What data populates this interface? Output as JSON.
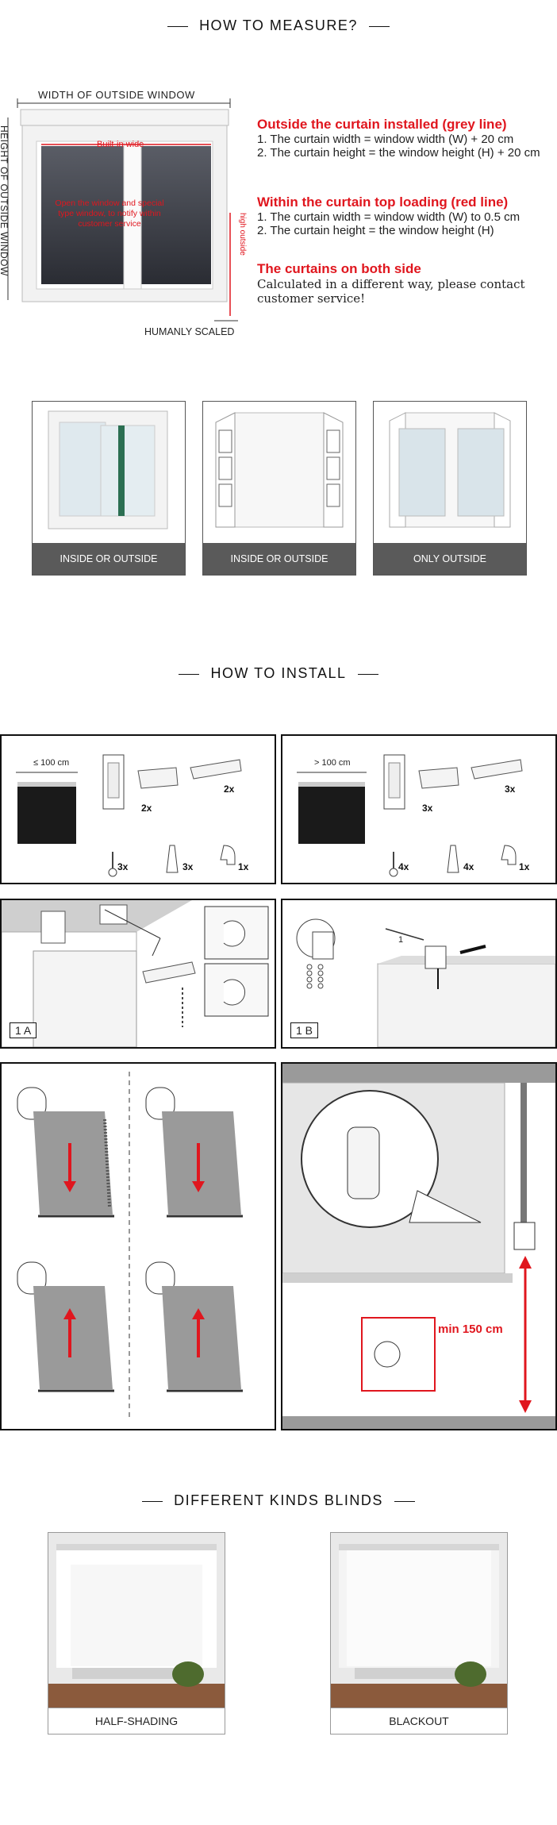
{
  "measure": {
    "title": "HOW TO MEASURE?",
    "width_label": "WIDTH OF OUTSIDE WINDOW",
    "height_label": "HEIGHT OF OUTSIDE WINDOW",
    "built_in_label": "Built-in wide",
    "high_outside_label": "high outside",
    "window_note": "Open the window and special type window, to notify within customer service",
    "scale_label": "HUMANLY SCALED",
    "notes": [
      {
        "heading": "Outside the curtain installed (grey line)",
        "lines": [
          "1. The curtain width = window width (W) + 20 cm",
          "2. The curtain height = the window height (H) + 20 cm"
        ]
      },
      {
        "heading": "Within the curtain top loading (red line)",
        "lines": [
          "1. The curtain width = window width (W) to 0.5 cm",
          "2. The curtain height = the window height (H)"
        ]
      },
      {
        "heading": "The curtains on both side",
        "lines": [
          "Calculated in a different way, please contact",
          "customer service!"
        ]
      }
    ],
    "window_types": [
      {
        "label": "INSIDE OR OUTSIDE"
      },
      {
        "label": "INSIDE OR OUTSIDE"
      },
      {
        "label": "ONLY OUTSIDE"
      }
    ]
  },
  "install": {
    "title": "HOW TO INSTALL",
    "kits": [
      {
        "size": "≤ 100 cm",
        "bracket_count": "2x",
        "clip_count": "2x",
        "screw_count": "3x",
        "anchor_count": "3x",
        "hook_count": "1x"
      },
      {
        "size": "> 100 cm",
        "bracket_count": "3x",
        "clip_count": "3x",
        "screw_count": "4x",
        "anchor_count": "4x",
        "hook_count": "1x"
      }
    ],
    "step_1a": "1 A",
    "step_1b": "1 B",
    "arrow_num": "1",
    "min_height": "min 150 cm"
  },
  "blinds": {
    "title": "DIFFERENT KINDS BLINDS",
    "items": [
      {
        "label": "HALF-SHADING"
      },
      {
        "label": "BLACKOUT"
      }
    ]
  },
  "colors": {
    "accent": "#e0161e",
    "dark": "#5a5a5a"
  }
}
